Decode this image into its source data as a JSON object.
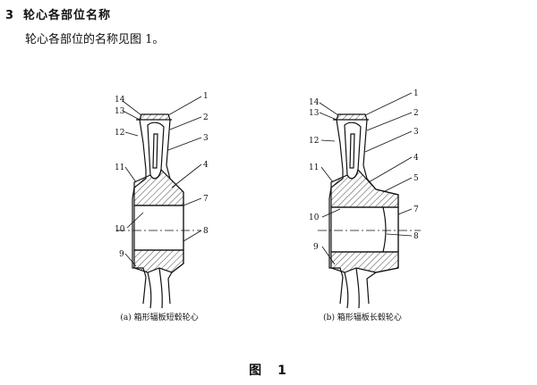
{
  "section": {
    "number": "3",
    "title": "轮心各部位名称"
  },
  "intro_text": "轮心各部位的名称见图 1。",
  "figure": {
    "label": "图　1",
    "left": {
      "caption": "(a) 箱形辐板短毂轮心",
      "callouts": [
        "14",
        "13",
        "12",
        "11",
        "10",
        "9",
        "1",
        "2",
        "3",
        "4",
        "7",
        "8"
      ]
    },
    "right": {
      "caption": "(b) 箱形辐板长毂轮心",
      "callouts": [
        "14",
        "13",
        "12",
        "11",
        "10",
        "9",
        "1",
        "2",
        "3",
        "4",
        "5",
        "7",
        "8"
      ]
    }
  }
}
